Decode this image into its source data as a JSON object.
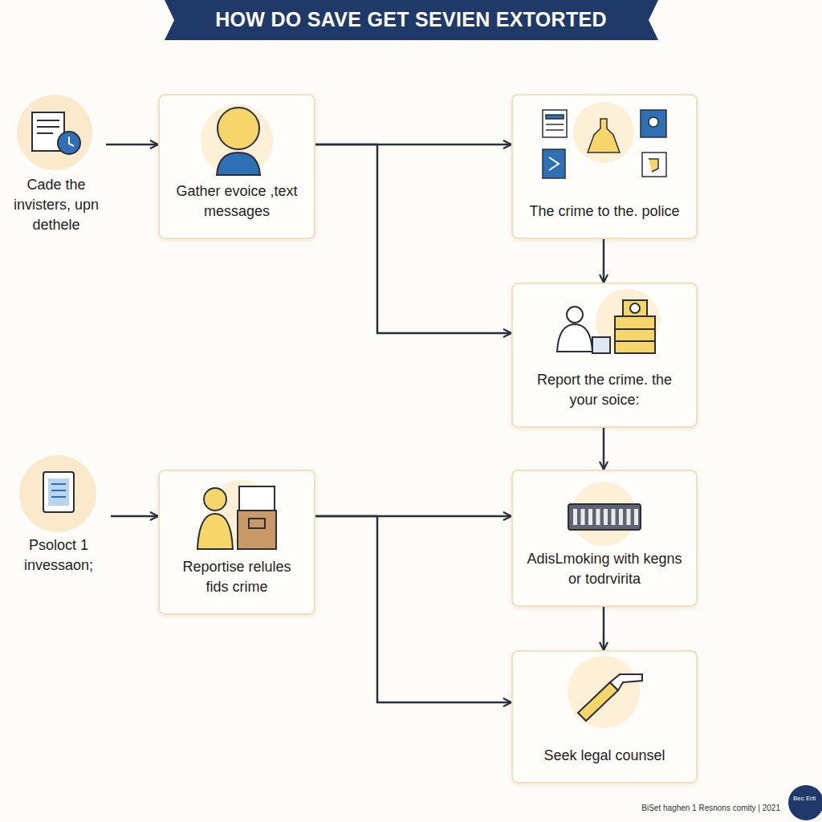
{
  "diagram": {
    "title": "HOW DO SAVE GET SEVIEN EXTORTED",
    "nodes": [
      {
        "text": [
          "Cade the invisters, upn dethele"
        ]
      },
      {
        "text": [
          "Gather evoice ,text messages"
        ]
      },
      {
        "text": [
          "The crime to the. police"
        ]
      },
      {
        "text": [
          "Report the crime. the your soice:"
        ]
      },
      {
        "text": [
          "Psoloct 1 invessaon;"
        ]
      },
      {
        "text": [
          "Reportise relules fids crime"
        ]
      },
      {
        "text": [
          "AdisLmoking with kegns or todrvirita"
        ]
      },
      {
        "text": [
          "Seek legal counsel"
        ]
      }
    ],
    "edges": [
      {
        "from": 0,
        "to": 1,
        "arrow": "to"
      },
      {
        "from": 1,
        "to": 2,
        "arrow": "to"
      },
      {
        "from": 1,
        "to": 3,
        "arrow": "to"
      },
      {
        "from": 2,
        "to": 3,
        "arrow": "to"
      },
      {
        "from": 3,
        "to": 6,
        "arrow": "to"
      },
      {
        "from": 4,
        "to": 5,
        "arrow": "to"
      },
      {
        "from": 5,
        "to": 6,
        "arrow": "to"
      },
      {
        "from": 5,
        "to": 7,
        "arrow": "to"
      },
      {
        "from": 6,
        "to": 7,
        "arrow": "to"
      }
    ],
    "labels": [
      "BiSet haghen 1 Resnons comity | 2021",
      "Bec Erti"
    ]
  }
}
